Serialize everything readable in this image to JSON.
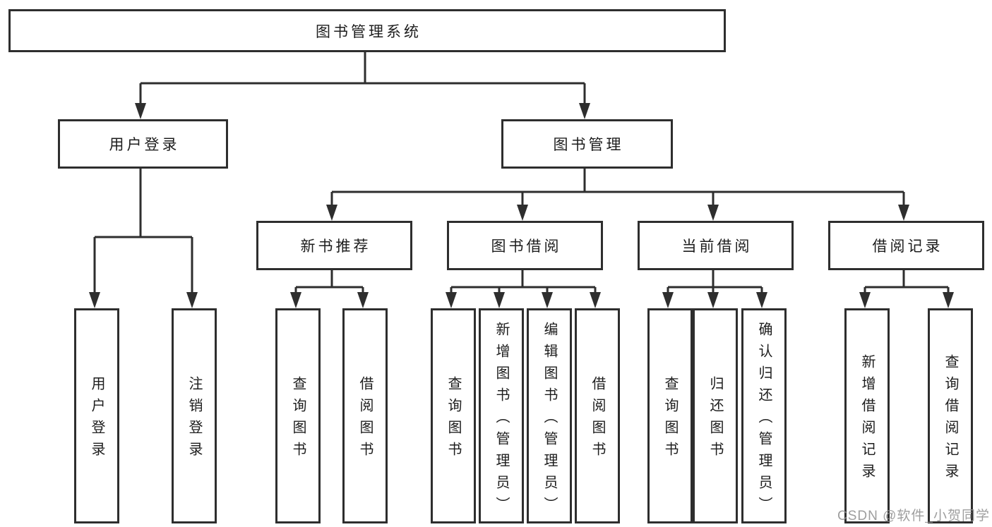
{
  "tree": {
    "label": "图书管理系统",
    "children": [
      {
        "label": "用户登录",
        "children": [
          {
            "label": "用户登录"
          },
          {
            "label": "注销登录"
          }
        ]
      },
      {
        "label": "图书管理",
        "children": [
          {
            "label": "新书推荐",
            "children": [
              {
                "label": "查询图书"
              },
              {
                "label": "借阅图书"
              }
            ]
          },
          {
            "label": "图书借阅",
            "children": [
              {
                "label": "查询图书"
              },
              {
                "label": "新增图书（管理员）"
              },
              {
                "label": "编辑图书（管理员）"
              },
              {
                "label": "借阅图书"
              }
            ]
          },
          {
            "label": "当前借阅",
            "children": [
              {
                "label": "查询图书"
              },
              {
                "label": "归还图书"
              },
              {
                "label": "确认归还（管理员）"
              }
            ]
          },
          {
            "label": "借阅记录",
            "children": [
              {
                "label": "新增借阅记录"
              },
              {
                "label": "查询借阅记录"
              }
            ]
          }
        ]
      }
    ]
  },
  "watermark": "CSDN @软件_小贺同学",
  "colors": {
    "line": "#2e2e2e",
    "text": "#1d1d1d",
    "background": "#ffffff",
    "watermark": "#919191"
  }
}
